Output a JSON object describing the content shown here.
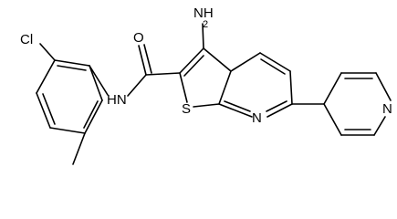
{
  "labels": {
    "amino": "NH",
    "amino_sub": "2",
    "carbonyl_o": "O",
    "amide_nh": "HN",
    "chloro": "Cl",
    "thiophene_s": "S",
    "pyridine_n": "N",
    "pyridyl_n": "N"
  },
  "colors": {
    "bond": "#000000",
    "text": "#000000",
    "background": "#ffffff"
  }
}
